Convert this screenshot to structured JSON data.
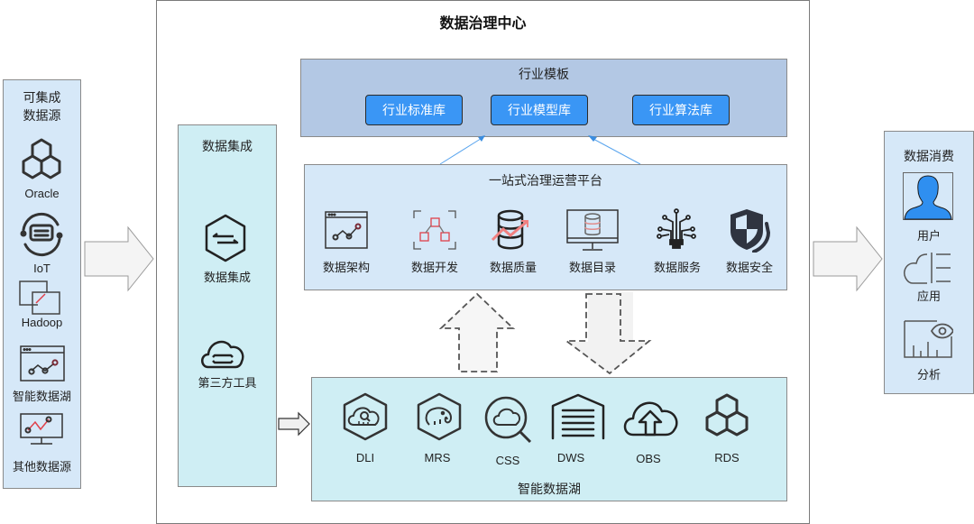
{
  "title": "数据治理中心",
  "sources": {
    "title_line1": "可集成",
    "title_line2": "数据源",
    "items": [
      {
        "label": "Oracle",
        "icon": "hexagon-cluster-icon"
      },
      {
        "label": "IoT",
        "icon": "iot-sync-icon"
      },
      {
        "label": "Hadoop",
        "icon": "hadoop-squares-icon"
      },
      {
        "label": "智能数据湖",
        "icon": "line-chart-window-icon"
      },
      {
        "label": "其他数据源",
        "icon": "chart-monitor-icon"
      }
    ]
  },
  "integration": {
    "title": "数据集成",
    "items": [
      {
        "label": "数据集成",
        "icon": "exchange-hexagon-icon"
      },
      {
        "label": "第三方工具",
        "icon": "cloud-tool-icon"
      }
    ]
  },
  "template": {
    "title": "行业模板",
    "buttons": [
      "行业标准库",
      "行业模型库",
      "行业算法库"
    ],
    "colors": {
      "button": "#3a96f5",
      "panel": "#b3c8e4"
    }
  },
  "platform": {
    "title": "一站式治理运营平台",
    "items": [
      {
        "label": "数据架构",
        "icon": "architecture-chart-icon"
      },
      {
        "label": "数据开发",
        "icon": "development-flow-icon"
      },
      {
        "label": "数据质量",
        "icon": "quality-database-icon"
      },
      {
        "label": "数据目录",
        "icon": "catalog-monitor-icon"
      },
      {
        "label": "数据服务",
        "icon": "service-circuit-icon"
      },
      {
        "label": "数据安全",
        "icon": "security-shield-icon"
      }
    ]
  },
  "lake": {
    "title": "智能数据湖",
    "items": [
      {
        "label": "DLI",
        "icon": "dli-hexagon-icon"
      },
      {
        "label": "MRS",
        "icon": "mrs-elephant-icon"
      },
      {
        "label": "CSS",
        "icon": "css-search-cloud-icon"
      },
      {
        "label": "DWS",
        "icon": "dws-warehouse-icon"
      },
      {
        "label": "OBS",
        "icon": "obs-upload-cloud-icon"
      },
      {
        "label": "RDS",
        "icon": "rds-hexagon-cluster-icon"
      }
    ]
  },
  "consumption": {
    "title": "数据消费",
    "items": [
      {
        "label": "用户",
        "icon": "user-avatar-icon"
      },
      {
        "label": "应用",
        "icon": "cloud-app-icon"
      },
      {
        "label": "分析",
        "icon": "analysis-eye-icon"
      }
    ]
  }
}
